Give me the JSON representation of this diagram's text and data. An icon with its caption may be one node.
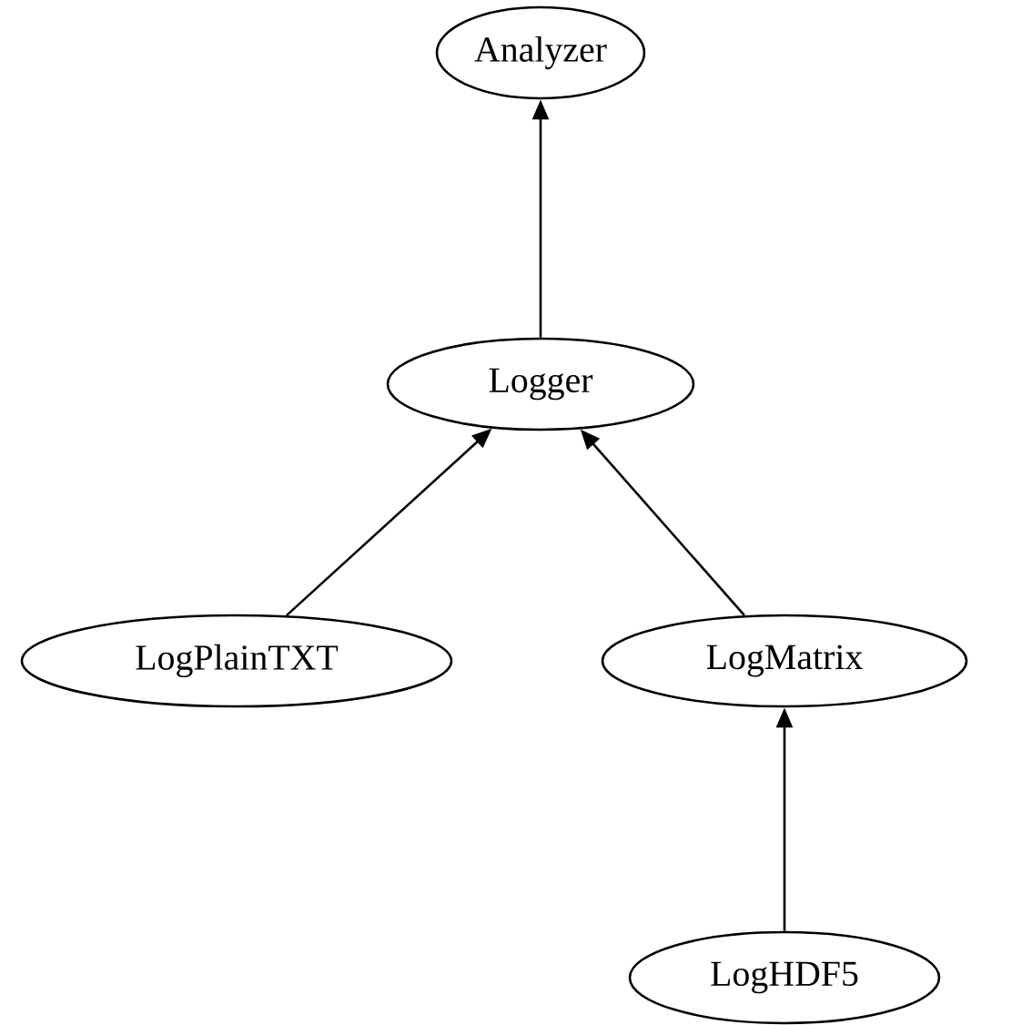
{
  "diagram": {
    "nodes": [
      {
        "text": [
          "Analyzer"
        ]
      },
      {
        "text": [
          "Logger"
        ]
      },
      {
        "text": [
          "LogPlainTXT"
        ]
      },
      {
        "text": [
          "LogMatrix"
        ]
      },
      {
        "text": [
          "LogHDF5"
        ]
      }
    ],
    "edges": [
      {
        "from": 1,
        "to": 0,
        "arrow": "to"
      },
      {
        "from": 2,
        "to": 1,
        "arrow": "to"
      },
      {
        "from": 3,
        "to": 1,
        "arrow": "to"
      },
      {
        "from": 4,
        "to": 3,
        "arrow": "to"
      }
    ]
  }
}
